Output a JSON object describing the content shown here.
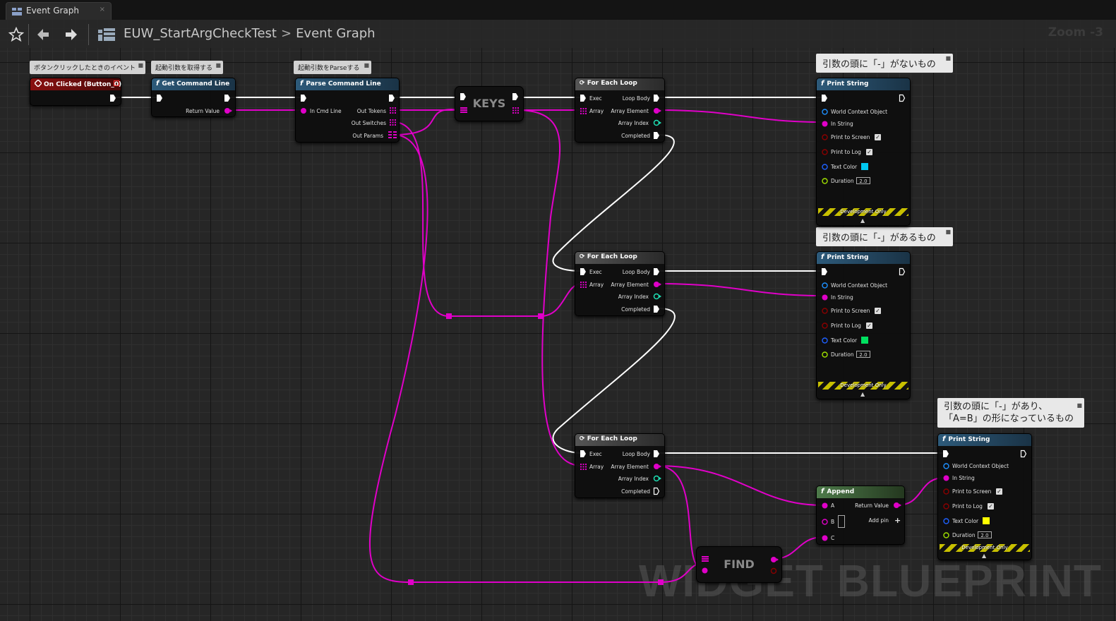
{
  "tab": {
    "title": "Event Graph",
    "close": "×"
  },
  "breadcrumb": {
    "blueprint": "EUW_StartArgCheckTest",
    "separator": ">",
    "graph": "Event Graph"
  },
  "zoom": "Zoom -3",
  "watermark": "WIDGET BLUEPRINT",
  "comments": {
    "button_event": "ボタンクリックしたときのイベント",
    "get_args": "起動引数を取得する",
    "parse_args": "起動引数をParseする",
    "no_dash": "引数の頭に「-」がないもの",
    "has_dash": "引数の頭に「-」があるもの",
    "has_dash_kv_1": "引数の頭に「-」があり、",
    "has_dash_kv_2": "「A=B」の形になっているもの"
  },
  "nodes": {
    "on_clicked": {
      "title": "On Clicked (Button_0)"
    },
    "get_command_line": {
      "title": "Get Command Line",
      "return_value": "Return Value"
    },
    "parse_command_line": {
      "title": "Parse Command Line",
      "in_cmd_line": "In Cmd Line",
      "out_tokens": "Out Tokens",
      "out_switches": "Out Switches",
      "out_params": "Out Params"
    },
    "keys": {
      "title": "KEYS"
    },
    "find": {
      "title": "FIND"
    },
    "for_each_loop": {
      "title": "For Each Loop",
      "exec": "Exec",
      "array": "Array",
      "loop_body": "Loop Body",
      "array_element": "Array Element",
      "array_index": "Array Index",
      "completed": "Completed"
    },
    "print_string": {
      "title": "Print String",
      "world_context": "World Context Object",
      "in_string": "In String",
      "print_to_screen": "Print to Screen",
      "print_to_log": "Print to Log",
      "text_color": "Text Color",
      "duration": "Duration",
      "duration_value": "2.0",
      "dev_only": "Development Only",
      "colors": [
        "#00c8f0",
        "#00e060",
        "#ffff00"
      ]
    },
    "append": {
      "title": "Append",
      "a": "A",
      "b": "B",
      "c": "C",
      "return_value": "Return Value",
      "add_pin": "Add pin"
    }
  }
}
